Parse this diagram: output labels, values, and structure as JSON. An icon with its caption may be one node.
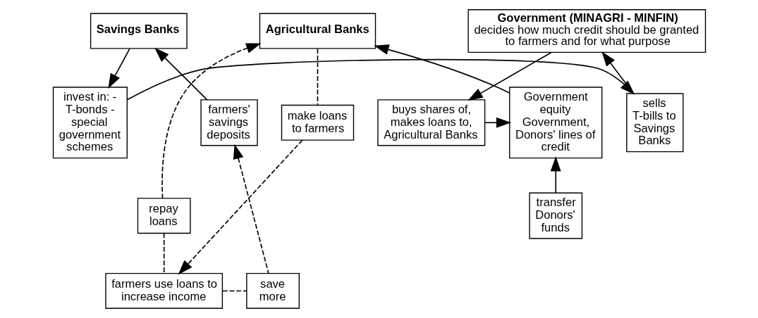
{
  "diagram": {
    "nodes": [
      {
        "text": [
          "Savings Banks"
        ]
      },
      {
        "text": [
          "farmers' savings deposits"
        ]
      },
      {
        "text": [
          "invest in: - T-bonds - special government schemes"
        ]
      },
      {
        "text": [
          "Government (MINAGRI - MINFIN)",
          "decides how much credit should be granted to farmers and for what purpose"
        ]
      },
      {
        "text": [
          "sells T-bills to Savings Banks"
        ]
      },
      {
        "text": [
          "transfer Donors' funds"
        ]
      },
      {
        "text": [
          "buys shares of, makes loans to, Agricultural Banks"
        ]
      },
      {
        "text": [
          "Agricultural Banks"
        ]
      },
      {
        "text": [
          "Government equity Government, Donors' lines of credit"
        ]
      },
      {
        "text": [
          "make loans to farmers"
        ]
      },
      {
        "text": [
          "repay loans"
        ]
      },
      {
        "text": [
          "farmers use loans to increase income"
        ]
      },
      {
        "text": [
          "save more"
        ]
      }
    ],
    "edges": [
      {
        "from": 1,
        "to": 0,
        "arrow": "to"
      },
      {
        "from": 0,
        "to": 2,
        "arrow": "to"
      },
      {
        "from": 2,
        "to": 4,
        "arrow": "to"
      },
      {
        "from": 4,
        "to": 3,
        "arrow": "to"
      },
      {
        "from": 3,
        "to": 6,
        "arrow": "to"
      },
      {
        "from": 6,
        "to": 8,
        "arrow": "to"
      },
      {
        "from": 8,
        "to": 7,
        "arrow": "to"
      },
      {
        "from": 5,
        "to": 8,
        "arrow": "to"
      },
      {
        "from": 11,
        "to": 10,
        "arrow": "none",
        "style": "dashed"
      },
      {
        "from": 10,
        "to": 7,
        "arrow": "to",
        "style": "dashed"
      },
      {
        "from": 7,
        "to": 9,
        "arrow": "none",
        "style": "dashed"
      },
      {
        "from": 9,
        "to": 11,
        "arrow": "to",
        "style": "dashed"
      },
      {
        "from": 11,
        "to": 12,
        "arrow": "none",
        "style": "dashed"
      },
      {
        "from": 12,
        "to": 1,
        "arrow": "to",
        "style": "dashed"
      }
    ]
  }
}
